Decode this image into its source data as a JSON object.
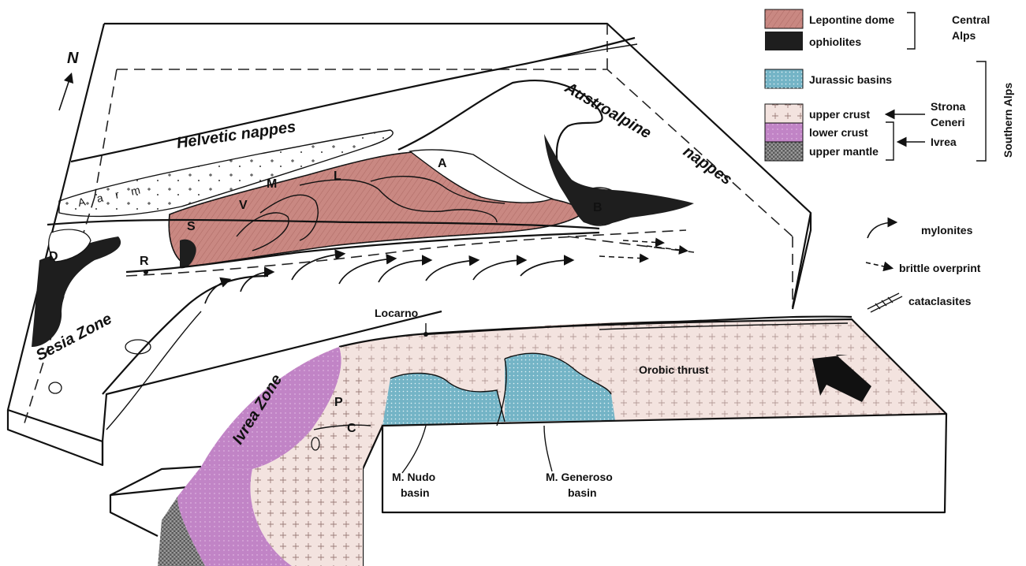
{
  "colors": {
    "lepontine_dome": "#c98882",
    "ophiolites": "#1e1e1e",
    "jurassic_basins": "#74b4c6",
    "upper_crust": "#f3e3df",
    "lower_crust": "#c184c6",
    "upper_mantle": "#6e6e6e"
  },
  "legend": {
    "items": [
      {
        "key": "lepontine_dome",
        "label": "Lepontine dome"
      },
      {
        "key": "ophiolites",
        "label": "ophiolites"
      },
      {
        "key": "jurassic_basins",
        "label": "Jurassic basins"
      },
      {
        "key": "upper_crust",
        "label": "upper crust"
      },
      {
        "key": "lower_crust",
        "label": "lower crust"
      },
      {
        "key": "upper_mantle",
        "label": "upper mantle"
      }
    ],
    "central_alps_line1": "Central",
    "central_alps_line2": "Alps",
    "southern_alps": "Southern Alps",
    "strona_line1": "Strona",
    "strona_line2": "Ceneri",
    "ivrea": "Ivrea",
    "symbols": [
      {
        "icon": "curved-arrow-icon",
        "label": "mylonites"
      },
      {
        "icon": "dashed-arrow-icon",
        "label": "brittle overprint"
      },
      {
        "icon": "hatched-arrow-icon",
        "label": "cataclasites"
      }
    ]
  },
  "map": {
    "north": "N",
    "helvetic_nappes": "Helvetic nappes",
    "austroalpine_1": "Austroalpine",
    "austroalpine_2": "nappes",
    "aar_massif": "A a r m",
    "sesia_zone": "Sesia Zone",
    "ivrea_zone": "Ivrea Zone",
    "locarno": "Locarno",
    "orobic_thrust": "Orobic thrust",
    "nudo_1": "M. Nudo",
    "nudo_2": "basin",
    "generoso_1": "M. Generoso",
    "generoso_2": "basin",
    "letters": {
      "A": "A",
      "B": "B",
      "D": "D",
      "R": "R",
      "S": "S",
      "V": "V",
      "M": "M",
      "L": "L",
      "P": "P",
      "C": "C"
    }
  }
}
